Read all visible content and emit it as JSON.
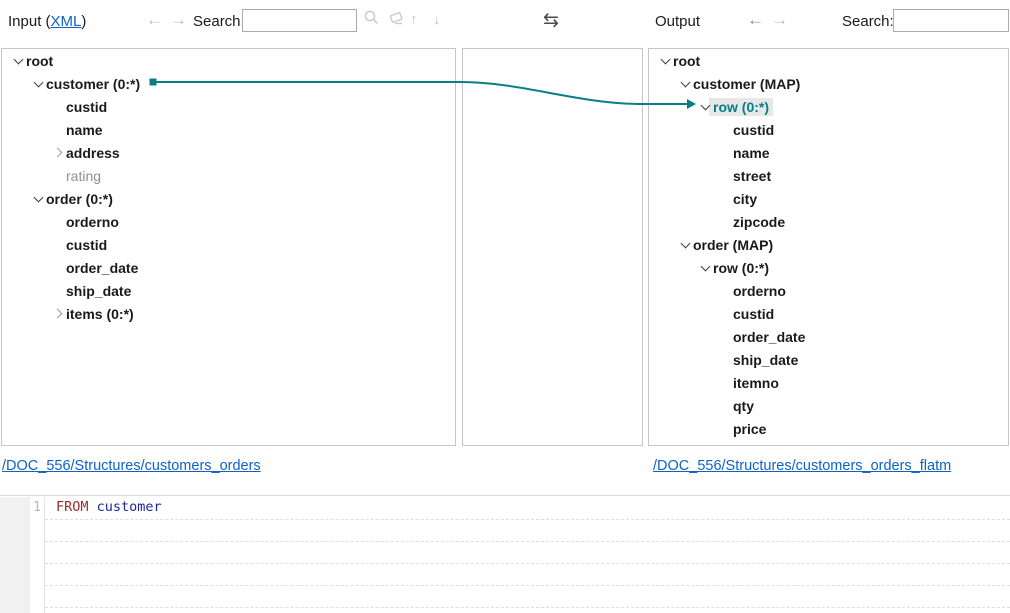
{
  "colors": {
    "connector": "#0a7e85",
    "link": "#0f62c5",
    "keyword": "#9e2b2b",
    "identifier": "#23239c"
  },
  "toolbar_left": {
    "title_prefix": "Input (",
    "title_link": "XML",
    "title_suffix": ")",
    "back_icon": "←",
    "forward_icon": "→",
    "search_label": "Search:",
    "search_value": "",
    "up_icon": "↑",
    "down_icon": "↓"
  },
  "toolbar_middle": {
    "swap_icon": "⇆"
  },
  "toolbar_right": {
    "title": "Output",
    "back_icon": "←",
    "forward_icon": "→",
    "search_label": "Search:",
    "search_value": ""
  },
  "input_tree": {
    "footer_link": "/DOC_556/Structures/customers_orders",
    "nodes": [
      {
        "label": "root"
      },
      {
        "label": "customer (0:*)"
      },
      {
        "label": "custid"
      },
      {
        "label": "name"
      },
      {
        "label": "address"
      },
      {
        "label": "rating"
      },
      {
        "label": "order (0:*)"
      },
      {
        "label": "orderno"
      },
      {
        "label": "custid"
      },
      {
        "label": "order_date"
      },
      {
        "label": "ship_date"
      },
      {
        "label": "items (0:*)"
      }
    ]
  },
  "output_tree": {
    "footer_link": "/DOC_556/Structures/customers_orders_flatm",
    "nodes": [
      {
        "label": "root"
      },
      {
        "label": "customer (MAP)"
      },
      {
        "label": "row (0:*)"
      },
      {
        "label": "custid"
      },
      {
        "label": "name"
      },
      {
        "label": "street"
      },
      {
        "label": "city"
      },
      {
        "label": "zipcode"
      },
      {
        "label": "order (MAP)"
      },
      {
        "label": "row (0:*)"
      },
      {
        "label": "orderno"
      },
      {
        "label": "custid"
      },
      {
        "label": "order_date"
      },
      {
        "label": "ship_date"
      },
      {
        "label": "itemno"
      },
      {
        "label": "qty"
      },
      {
        "label": "price"
      }
    ]
  },
  "mapping": {
    "source": "customer (0:*)",
    "target": "row (0:*)"
  },
  "code_editor": {
    "line_number": "1",
    "keyword": "FROM",
    "identifier": "customer"
  }
}
